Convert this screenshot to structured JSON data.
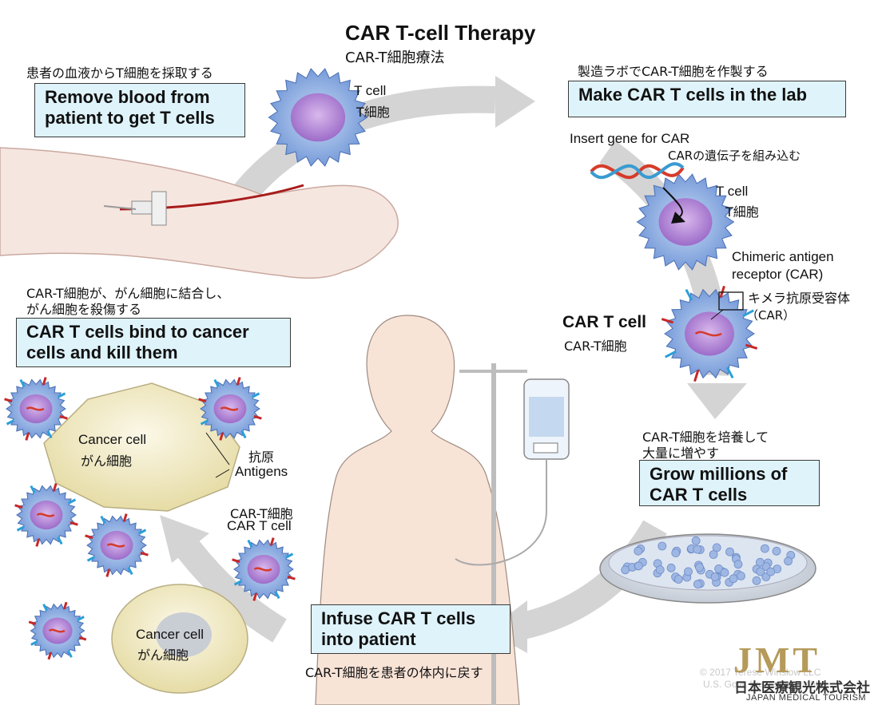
{
  "title_en": "CAR T-cell Therapy",
  "title_jp": "CAR-T細胞療法",
  "step1": {
    "jp": "患者の血液からT細胞を採取する",
    "en_line1": "Remove blood from",
    "en_line2": "patient to get T cells"
  },
  "step2": {
    "jp": "製造ラボでCAR-T細胞を作製する",
    "en": "Make CAR T cells in the lab"
  },
  "step3": {
    "jp_line1": "CAR-T細胞を培養して",
    "jp_line2": "大量に増やす",
    "en_line1": "Grow millions of",
    "en_line2": "CAR T cells"
  },
  "step4": {
    "jp": "CAR-T細胞を患者の体内に戻す",
    "en_line1": "Infuse CAR T cells",
    "en_line2": "into patient"
  },
  "step5": {
    "jp_line1": "CAR-T細胞が、がん細胞に結合し、",
    "jp_line2": "がん細胞を殺傷する",
    "en_line1": "CAR T cells bind to cancer",
    "en_line2": "cells and kill them"
  },
  "labels": {
    "tcell_en": "T cell",
    "tcell_jp": "T細胞",
    "insert_en": "Insert gene for CAR",
    "insert_jp": "CARの遺伝子を組み込む",
    "tcell2_en": "T cell",
    "tcell2_jp": "T細胞",
    "car_en_line1": "Chimeric antigen",
    "car_en_line2": "receptor (CAR)",
    "car_jp_line1": "キメラ抗原受容体",
    "car_jp_line2": "（CAR）",
    "cart_en": "CAR T cell",
    "cart_jp": "CAR-T細胞",
    "cancer1_en": "Cancer cell",
    "cancer1_jp": "がん細胞",
    "antigen_jp": "抗原",
    "antigen_en": "Antigens",
    "cart2_jp": "CAR-T細胞",
    "cart2_en": "CAR T cell",
    "cancer2_en": "Cancer cell",
    "cancer2_jp": "がん細胞"
  },
  "watermark": {
    "copyright": "© 2017 Terese Winslow LLC",
    "line2": "U.S. Govt. has certain rights",
    "logo": "JMT",
    "company_jp": "日本医療観光株式会社",
    "company_en": "JAPAN MEDICAL TOURISM"
  }
}
